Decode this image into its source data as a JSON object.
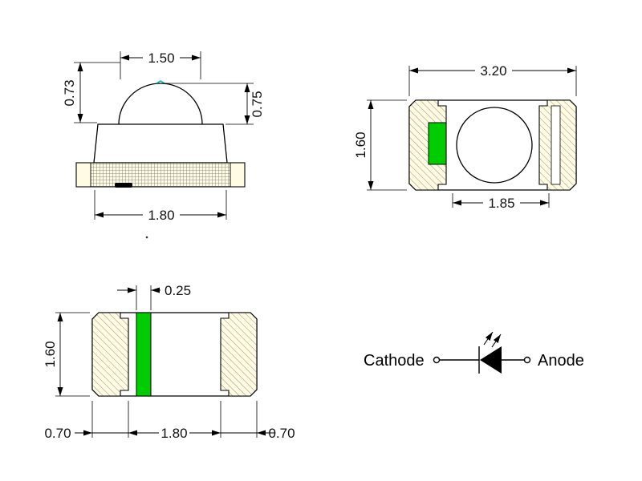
{
  "colors": {
    "green_mark": "#00cc00",
    "pad_fill": "#fffce3",
    "cyan_mark": "#00b3b3",
    "line": "#000000"
  },
  "side_view": {
    "dome_width": "1.50",
    "height_left": "0.73",
    "dome_height": "0.75",
    "base_width": "1.80"
  },
  "top_view": {
    "overall_length": "3.20",
    "overall_width": "1.60",
    "inner_span": "1.85"
  },
  "bottom_view": {
    "mark_width": "0.25",
    "overall_width": "1.60",
    "pad_left": "0.70",
    "pitch": "1.80",
    "pad_right": "0.70"
  },
  "schematic": {
    "cathode_label": "Cathode",
    "anode_label": "Anode"
  }
}
